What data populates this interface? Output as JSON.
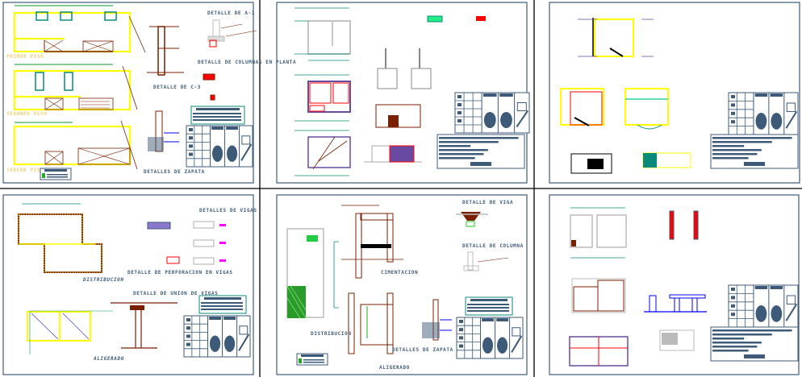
{
  "colors": {
    "frame": "#3d5a78",
    "wall_yellow": "#ffff00",
    "structure_red": "#7a1f00",
    "axis_green": "#0a8a7a",
    "dimension_purple": "#6a4aa0",
    "table_fill": "#3d5a78",
    "level_green": "#22aa22"
  },
  "sheets": [
    {
      "labels": {
        "plan1": "PRIMER PISO",
        "plan2": "SEGUNDO PISO",
        "plan3": "TERCER PISO",
        "detail_a1": "DETALLE DE A-1",
        "detail_columns": "DETALLE DE COLUMNAS EN PLANTA",
        "detail_c3": "DETALLE DE C-3",
        "detail_footing": "DETALLES DE ZAPATA"
      }
    },
    {
      "labels": {}
    },
    {
      "labels": {}
    },
    {
      "labels": {
        "plan": "DISTRIBUCION",
        "slab": "ALIGERADO",
        "detail_beams": "DETALLES DE VIGAS",
        "detail_beam_joint": "DETALLE DE UNION DE VIGAS",
        "detail_perforation": "DETALLE DE PERFORACION EN VIGAS"
      }
    },
    {
      "labels": {
        "plan": "DISTRIBUCION",
        "foundation": "CIMENTACION",
        "slab": "ALIGERADO",
        "detail_beam": "DETALLE DE VIGA",
        "detail_column": "DETALLE DE COLUMNA",
        "detail_footing": "DETALLES DE ZAPATA"
      }
    },
    {
      "labels": {}
    }
  ]
}
